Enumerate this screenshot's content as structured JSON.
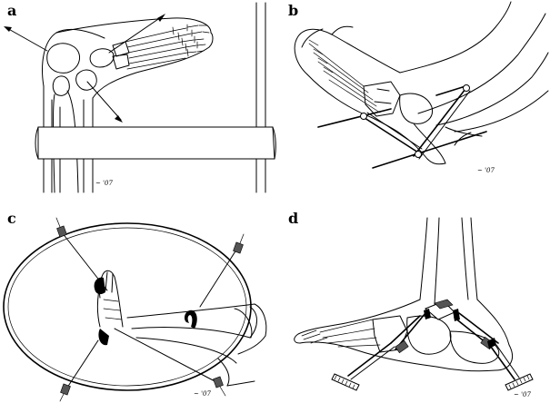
{
  "panels": [
    {
      "id": "a",
      "label": "a",
      "signature": "~ '07"
    },
    {
      "id": "b",
      "label": "b",
      "signature": "~ '07"
    },
    {
      "id": "c",
      "label": "c",
      "signature": "~ '07"
    },
    {
      "id": "d",
      "label": "d",
      "signature": "~ '07"
    }
  ]
}
